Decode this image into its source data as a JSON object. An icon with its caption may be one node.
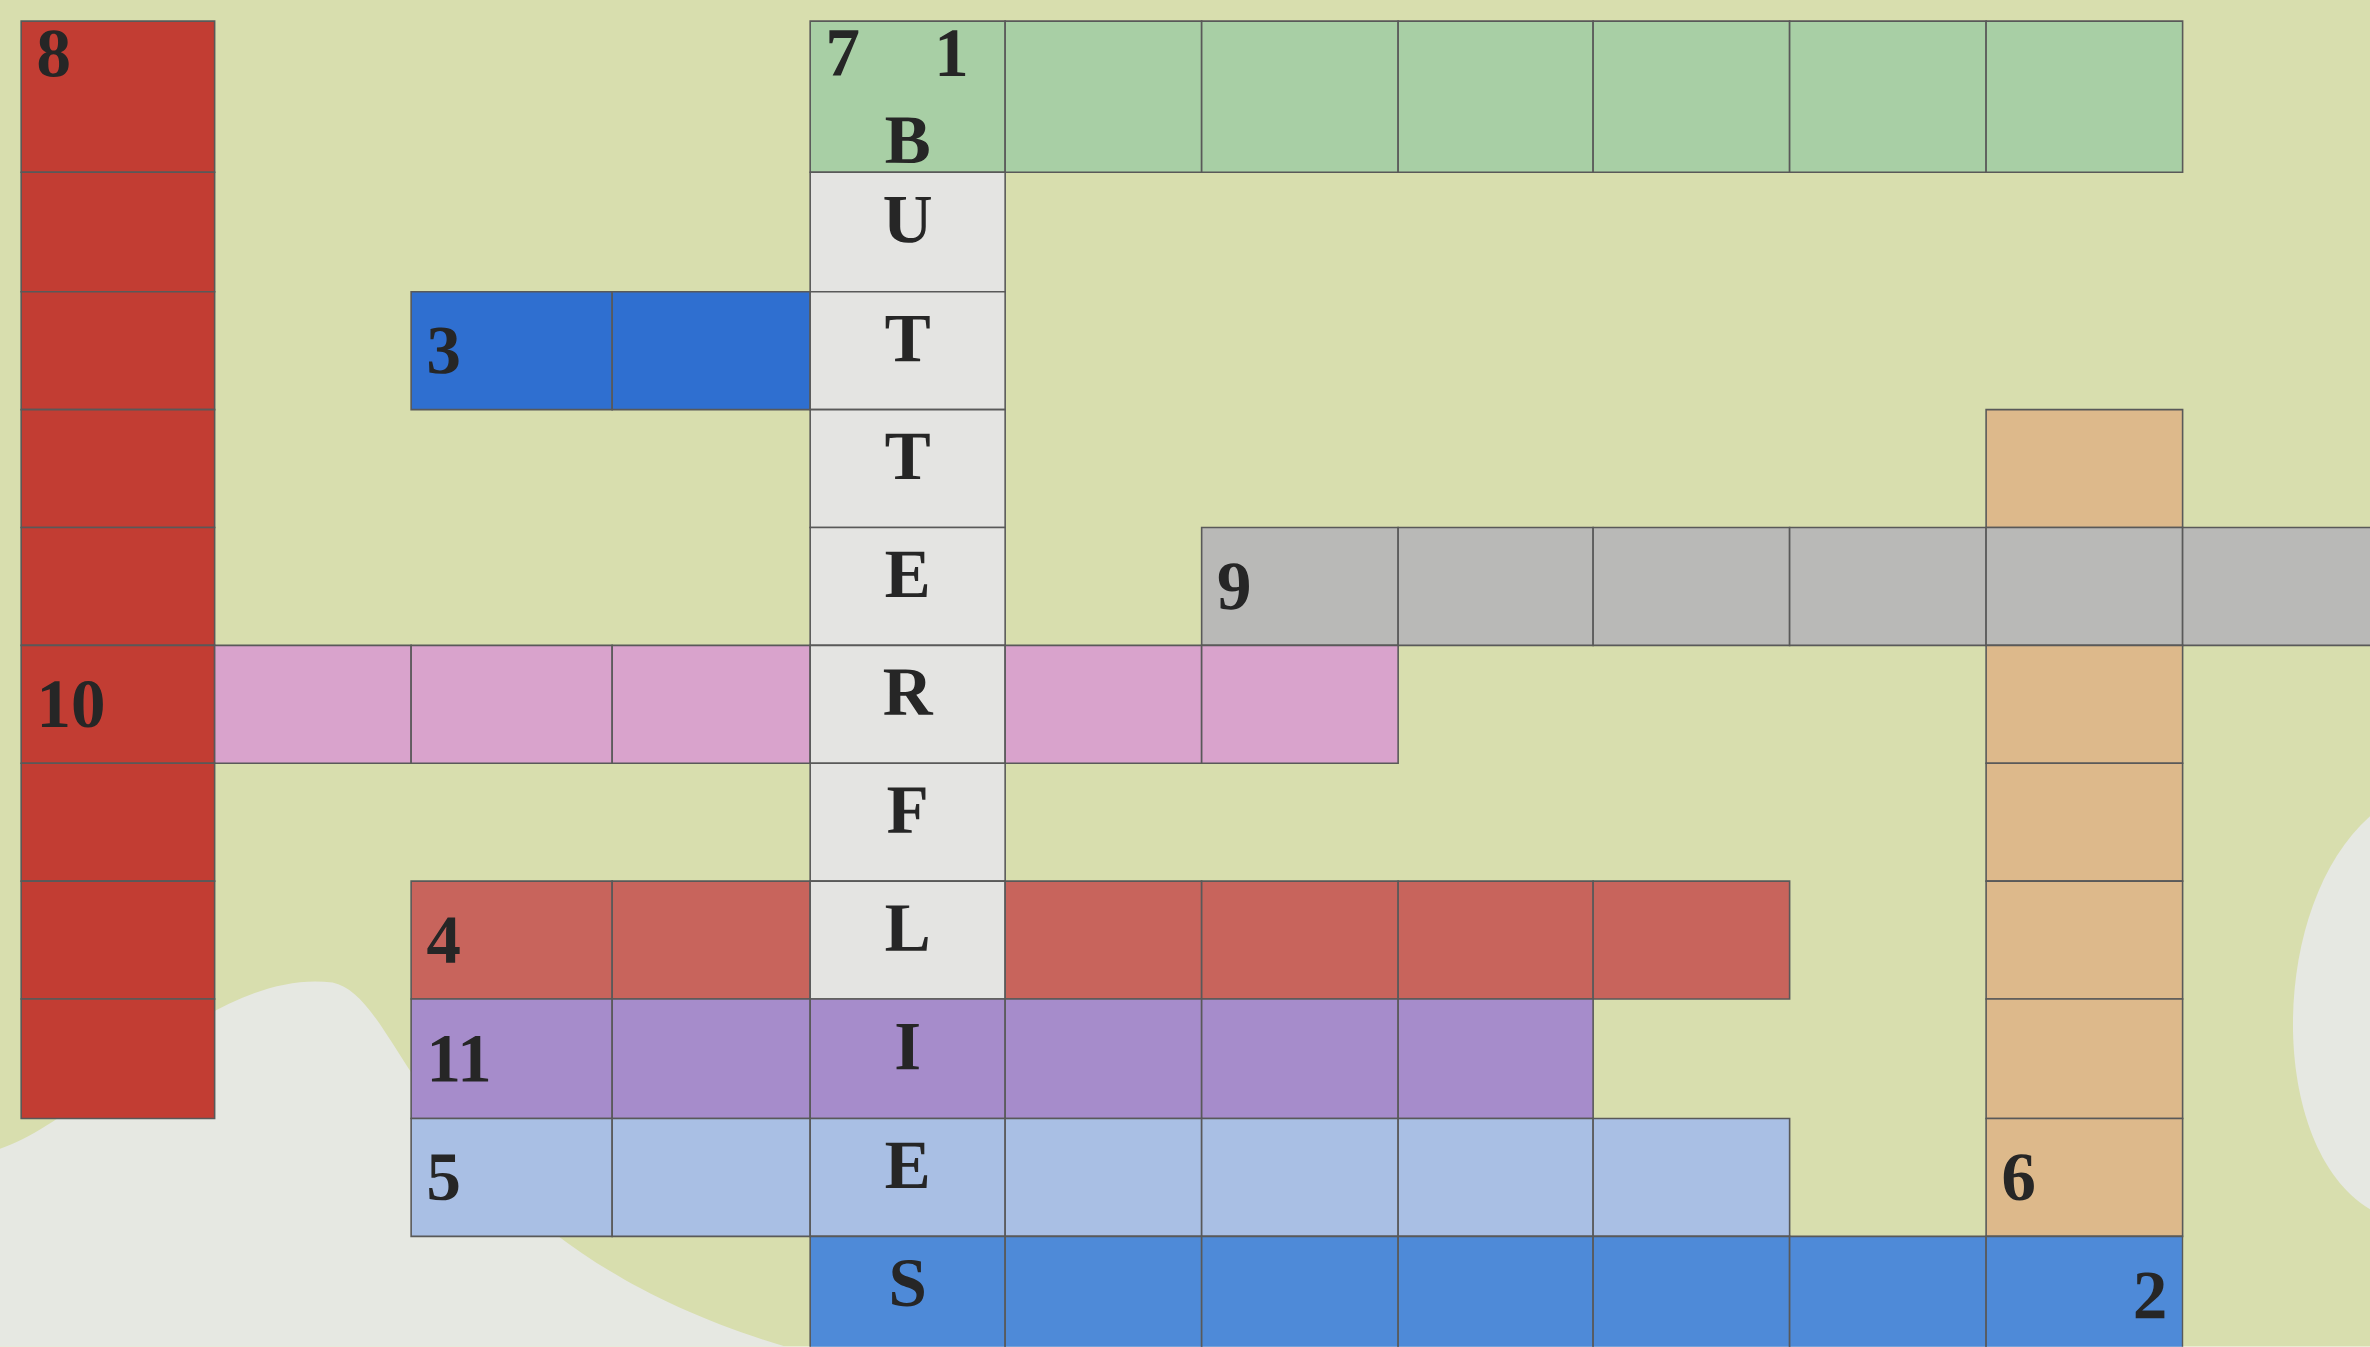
{
  "diagram": {
    "labels": [
      "8",
      "7",
      "1",
      "B",
      "U",
      "3",
      "T",
      "T",
      "E",
      "9",
      "10",
      "R",
      "F",
      "4",
      "L",
      "11",
      "I",
      "5",
      "E",
      "6",
      "S",
      "2"
    ]
  }
}
